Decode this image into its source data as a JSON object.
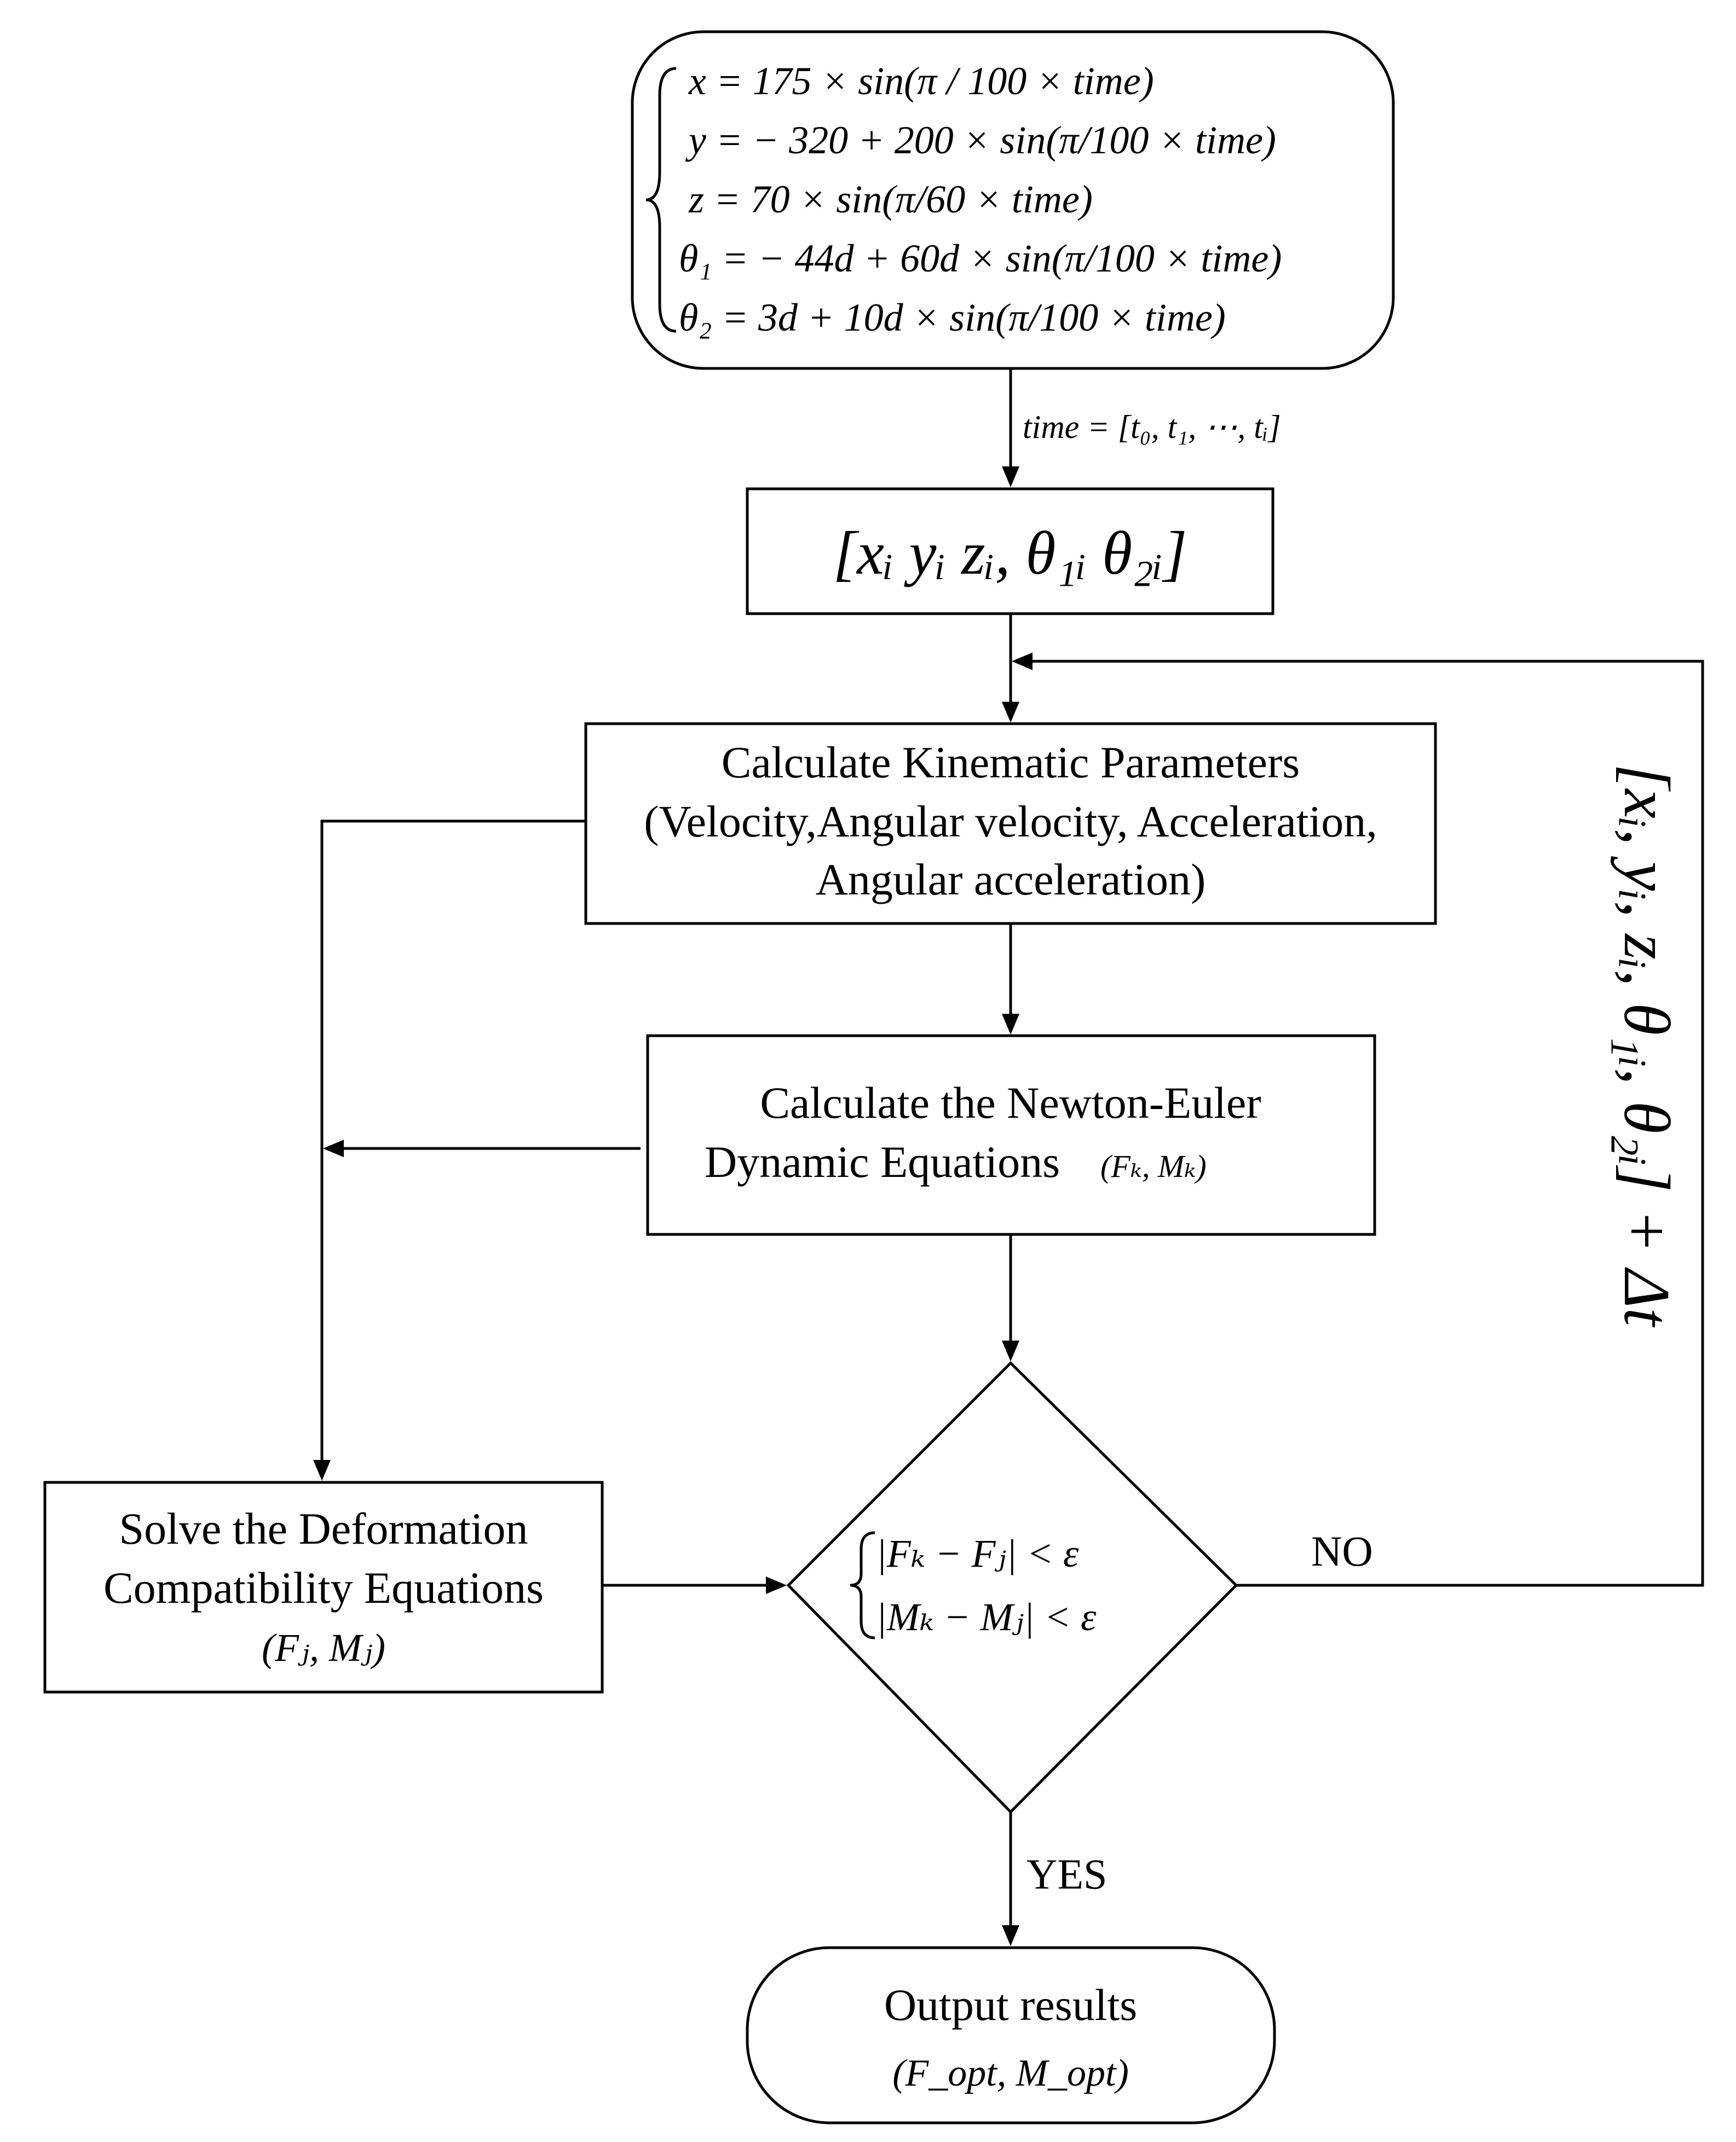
{
  "nodes": {
    "input_equations": {
      "lines": [
        "x = 175 × sin(π / 100 × time)",
        "y = − 320 + 200 × sin(π/100 × time)",
        "z = 70 × sin(π/60 × time)",
        "θ₁ = − 44d + 60d × sin(π/100 × time)",
        "θ₂ = 3d + 10d × sin(π/100 × time)"
      ]
    },
    "time_label": "time = [t₀, t₁, ⋯, tᵢ]",
    "state_vector": "[xᵢ yᵢ zᵢ, θ₁ᵢ θ₂ᵢ]",
    "kinematics": {
      "lines": [
        "Calculate Kinematic Parameters",
        "(Velocity,Angular velocity, Acceleration,",
        "Angular acceleration)"
      ]
    },
    "newton_euler": {
      "line1": "Calculate the Newton-Euler",
      "line2": "Dynamic Equations",
      "vars": "(Fₖ, Mₖ)"
    },
    "deformation": {
      "line1": "Solve the Deformation",
      "line2": "Compatibility  Equations",
      "vars": "(Fⱼ, Mⱼ)"
    },
    "decision": {
      "cond1": "|Fₖ − Fⱼ| < ε",
      "cond2": "|Mₖ − Mⱼ| < ε"
    },
    "output": {
      "label": "Output results",
      "vars": "(F_opt, M_opt)"
    }
  },
  "edges": {
    "no_label": "NO",
    "yes_label": "YES",
    "loop_label": "[xᵢ, yᵢ, zᵢ, θ₁ᵢ, θ₂ᵢ] + Δt"
  }
}
